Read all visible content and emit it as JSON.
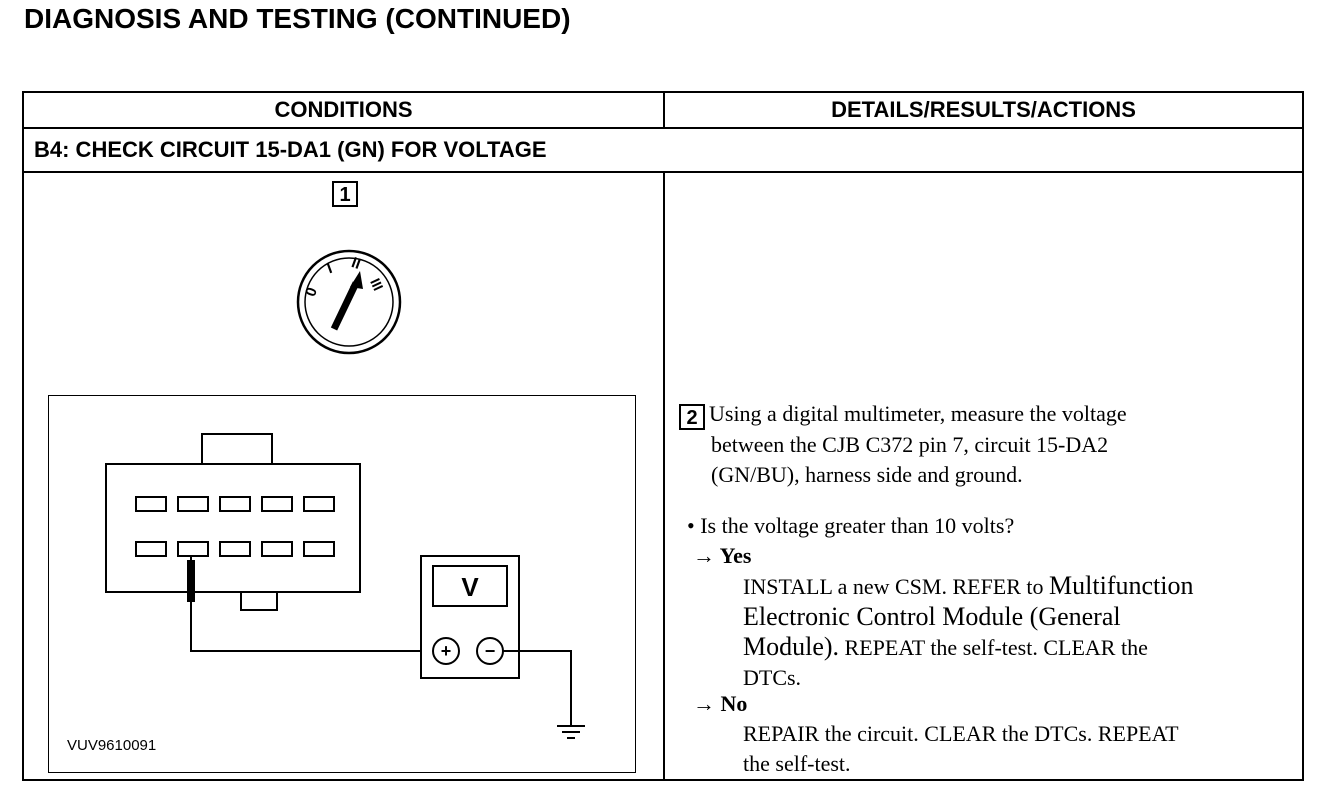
{
  "page": {
    "title": "DIAGNOSIS AND TESTING (CONTINUED)"
  },
  "table": {
    "header_conditions": "CONDITIONS",
    "header_details": "DETAILS/RESULTS/ACTIONS",
    "step_title": "B4: CHECK CIRCUIT 15-DA1 (GN) FOR VOLTAGE"
  },
  "conditions": {
    "step1_number": "1",
    "ignition_positions": [
      "0",
      "I",
      "II",
      "III"
    ],
    "meter_label": "V",
    "meter_plus": "+",
    "meter_minus": "−",
    "diagram_code": "VUV9610091"
  },
  "details": {
    "step2_number": "2",
    "instruction_lines": [
      "Using a digital multimeter, measure the voltage",
      "between the CJB C372 pin 7, circuit 15-DA2",
      "(GN/BU), harness side and ground."
    ],
    "question": "• Is the voltage greater than 10 volts?",
    "yes_label": "→ Yes",
    "yes_lines": [
      "INSTALL a new CSM. REFER to ",
      "Multifunction",
      "Electronic Control Module (General",
      "Module).",
      " REPEAT the self-test. CLEAR the",
      "DTCs."
    ],
    "no_label": "→ No",
    "no_lines": [
      "REPAIR the circuit. CLEAR the DTCs. REPEAT",
      "the self-test."
    ]
  }
}
